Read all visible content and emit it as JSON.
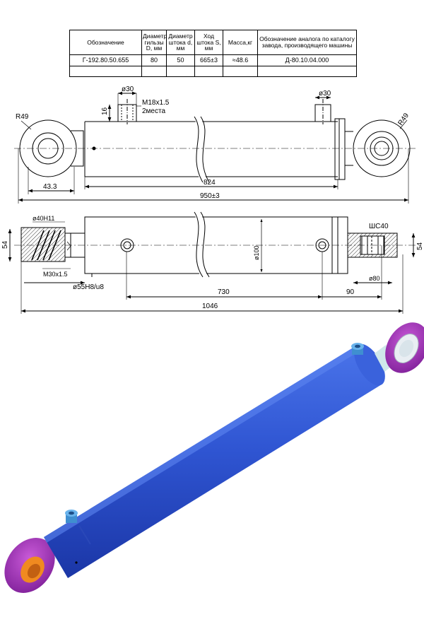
{
  "table": {
    "headers": [
      "Обозначение",
      "Диаметр гильзы D, мм",
      "Диаметр штока d, мм",
      "Ход штока S, мм",
      "Масса,кг",
      "Обозначение аналога по каталогу завода, производящего машины"
    ],
    "row": [
      "Г-192.80.50.655",
      "80",
      "50",
      "665±3",
      "≈48.6",
      "Д-80.10.04.000"
    ]
  },
  "top_view": {
    "port_diameter_left": "ø30",
    "thread_label": "M18x1.5",
    "thread_count": "2места",
    "port_height": "16",
    "port_diameter_right": "ø30",
    "radius_left": "R49",
    "radius_right": "R49",
    "eye_offset": "43.3",
    "body_length": "824",
    "overall_length": "950±3"
  },
  "side_view": {
    "bore_fit": "ø40H11",
    "height_left": "54",
    "height_right": "54",
    "rod_thread": "M30x1.5",
    "rod_fit": "ø55H8/u8",
    "barrel_diameter": "ø100",
    "bearing_label": "ШС40",
    "eye_diameter": "ø80",
    "port_spacing": "730",
    "right_offset": "90",
    "total_length": "1046"
  },
  "colors": {
    "cylinder_body": "#2f55d2",
    "eyes": "#a236b8",
    "rod": "#d8f0f0",
    "port_fittings": "#3f8fd0",
    "bore_inner": "#f08a20"
  }
}
